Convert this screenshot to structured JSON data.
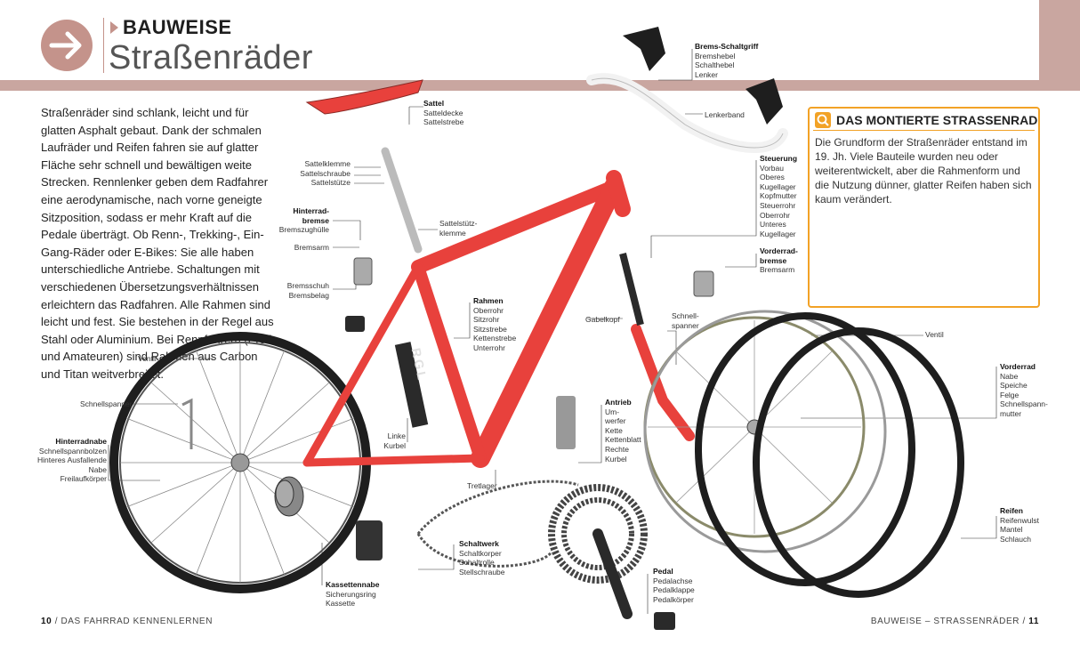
{
  "header": {
    "section": "BAUWEISE",
    "title": "Straßenräder"
  },
  "intro": "Straßenräder sind schlank, leicht und für glatten Asphalt gebaut. Dank der schmalen Laufräder und Reifen fahren sie auf glatter Fläche sehr schnell und bewältigen weite Strecken. Rennlenker geben dem Radfahrer eine aerodynamische, nach vorne geneigte Sitzposition, sodass er mehr Kraft auf die Pedale überträgt. Ob Renn-, Trekking-, Ein-Gang-Räder oder E-Bikes: Sie alle haben unterschiedliche Antriebe. Schaltungen mit verschiedenen Übersetzungsverhältnissen erleichtern das Radfahren. Alle Rahmen sind leicht und fest. Sie bestehen in der Regel aus Stahl oder Aluminium. Bei Rennfahrern (Profis und Amateuren) sind Rahmen aus Carbon und Titan weitverbreitet.",
  "infobox": {
    "title": "DAS MONTIERTE STRASSENRAD",
    "text": "Die Grundform der Straßenräder entstand im 19. Jh. Viele Bauteile wurden neu oder weiterentwickelt, aber die Rahmenform und die Nutzung dünner, glatter Reifen haben sich kaum verändert."
  },
  "labels": {
    "sattel": {
      "head": "Sattel",
      "items": [
        "Satteldecke",
        "Sattelstrebe"
      ]
    },
    "sattelklemme": {
      "items": [
        "Sattelklemme",
        "Sattelschraube",
        "Sattelstütze"
      ]
    },
    "hinterradbremse": {
      "head1": "Hinterrad-",
      "head2": "bremse",
      "items": [
        "Bremszughülle"
      ]
    },
    "bremsarm": "Bremsarm",
    "bremsschuh": {
      "items": [
        "Bremsschuh",
        "Bremsbelag"
      ]
    },
    "sattelstuetzklemme": {
      "items": [
        "Sattelstütz-",
        "klemme"
      ]
    },
    "brems_schaltgriff": {
      "head": "Brems-Schaltgriff",
      "items": [
        "Bremshebel",
        "Schalthebel",
        "Lenker"
      ]
    },
    "lenkerband": "Lenkerband",
    "steuerung": {
      "head": "Steuerung",
      "items": [
        "Vorbau",
        "Oberes",
        "Kugellager",
        "Kopfmutter",
        "Steuerrohr",
        "Oberrohr",
        "Unteres",
        "Kugellager"
      ]
    },
    "vorderradbremse": {
      "head1": "Vorderrad-",
      "head2": "bremse",
      "items": [
        "Bremsarm"
      ]
    },
    "rahmen": {
      "head": "Rahmen",
      "items": [
        "Oberrohr",
        "Sitzrohr",
        "Sitzstrebe",
        "Kettenstrebe",
        "Unterrohr"
      ]
    },
    "gabelkopf": "Gabelkopf",
    "schnellspanner_vorn": {
      "items": [
        "Schnell-",
        "spanner"
      ]
    },
    "ventil_vorn": "Ventil",
    "ventil_hinten": "Ventil",
    "schnellspanner_hinten": "Schnellspanner",
    "hinterradnabe": {
      "head": "Hinterradnabe",
      "items": [
        "Schnellspannbolzen",
        "Hinteres Ausfallende",
        "Nabe",
        "Freilaufkörper"
      ]
    },
    "linke_kurbel": {
      "items": [
        "Linke",
        "Kurbel"
      ]
    },
    "antrieb": {
      "head": "Antrieb",
      "items": [
        "Um-",
        "werfer",
        "Kette",
        "Kettenblatt",
        "Rechte",
        "Kurbel"
      ]
    },
    "tretlager": "Tretlager",
    "vorderrad": {
      "head": "Vorderrad",
      "items": [
        "Nabe",
        "Speiche",
        "Felge",
        "Schnellspann-",
        "mutter"
      ]
    },
    "reifen": {
      "head": "Reifen",
      "items": [
        "Reifenwulst",
        "Mantel",
        "Schlauch"
      ]
    },
    "schaltwerk": {
      "head": "Schaltwerk",
      "items": [
        "Schaltkorper",
        "Schaltrolle",
        "Stellschraube"
      ]
    },
    "kassettennabe": {
      "head": "Kassettennabe",
      "items": [
        "Sicherungsring",
        "Kassette"
      ]
    },
    "pedal": {
      "head": "Pedal",
      "items": [
        "Pedalachse",
        "Pedalklappe",
        "Pedalkörper"
      ]
    },
    "frame_print": "RGL"
  },
  "footer": {
    "left_num": "10",
    "left_text": "DAS FAHRRAD KENNENLERNEN",
    "right_text": "BAUWEISE – STRASSENRÄDER",
    "right_num": "11"
  },
  "colors": {
    "accent": "#c4938b",
    "frame": "#e8413c",
    "box": "#f2a226"
  }
}
